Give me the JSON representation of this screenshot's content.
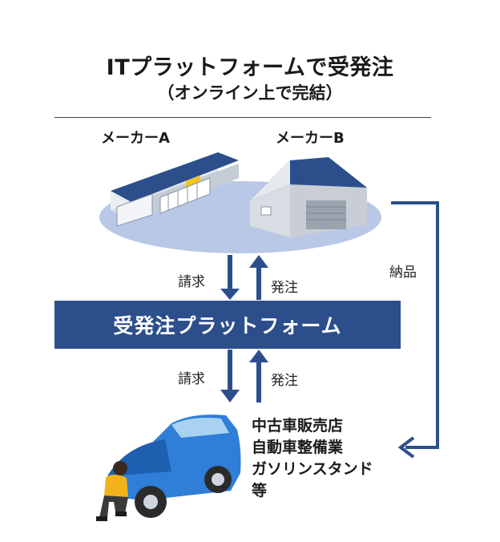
{
  "header": {
    "title": "ITプラットフォームで受発注",
    "subtitle": "（オンライン上で完結）"
  },
  "makers": {
    "maker_a": "メーカーA",
    "maker_b": "メーカーB"
  },
  "platform": {
    "label": "受発注プラットフォーム"
  },
  "flows": {
    "upper_invoice": "請求",
    "upper_order": "発注",
    "lower_invoice": "請求",
    "lower_order": "発注",
    "delivery": "納品"
  },
  "dealers": {
    "lines": [
      "中古車販売店",
      "自動車整備業",
      "ガソリンスタンド",
      "等"
    ]
  },
  "colors": {
    "platform": "#2c4f8c",
    "arrow": "#2c4f8c",
    "ellipse": "#b9c8e6",
    "car": "#2f7ed8"
  }
}
